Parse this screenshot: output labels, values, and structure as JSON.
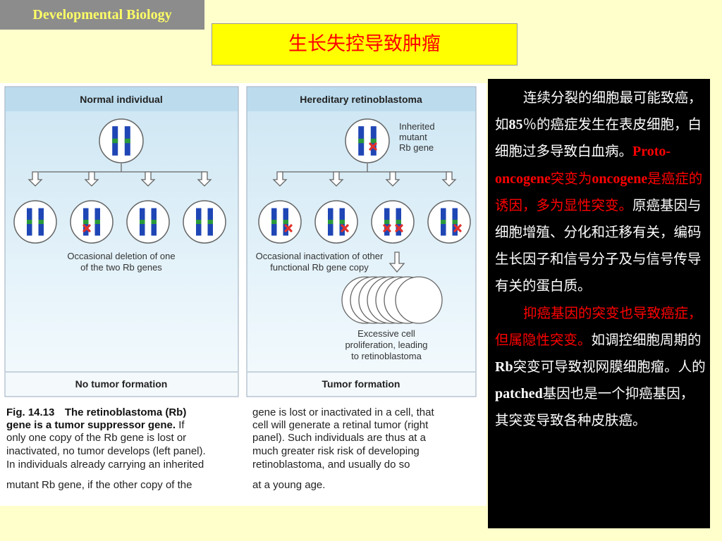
{
  "header": {
    "course": "Developmental Biology",
    "title": "生长失控导致肿瘤"
  },
  "figure": {
    "left_panel": {
      "title": "Normal individual",
      "deletion_note": [
        "Occasional deletion of one",
        "of the two Rb genes"
      ],
      "outcome": "No tumor formation"
    },
    "right_panel": {
      "title": "Hereditary retinoblastoma",
      "inherited_label": [
        "Inherited",
        "mutant",
        "Rb gene"
      ],
      "inactivation_note": [
        "Occasional inactivation of other",
        "functional Rb gene copy"
      ],
      "proliferation_note": [
        "Excessive cell",
        "proliferation, leading",
        "to retinoblastoma"
      ],
      "outcome": "Tumor formation"
    },
    "caption_left": {
      "fig_no": "Fig. 14.13",
      "title_line1": "The retinoblastoma (Rb)",
      "title_line2": "gene is a tumor suppressor gene.",
      "line2_rest": " If",
      "lines": [
        "only one copy of the Rb gene is lost or",
        "inactivated, no tumor develops (left panel).",
        "In individuals already carrying an inherited",
        "mutant Rb gene, if the other copy of the"
      ]
    },
    "caption_right": {
      "lines": [
        "gene is lost or inactivated in a cell, that",
        "cell will generate a retinal tumor (right",
        "panel). Such individuals are thus at a",
        "much greater risk risk of developing",
        "retinoblastoma, and usually do so",
        "at a young age."
      ]
    }
  },
  "text_panel": {
    "p1_a": "连续分裂的细胞最可能致癌，如",
    "p1_num": "85",
    "p1_b": "％的癌症发生在表皮细胞，白细胞过多导致白血病。",
    "p1_red_1": "Proto-oncogene",
    "p1_red_2": "突变为",
    "p1_red_3": "oncogene",
    "p1_red_4": "是癌症的诱因，多为显性突变。",
    "p1_c": "原癌基因与细胞增殖、分化和迁移有关，编码生长因子和信号分子及与信号传导有关的蛋白质。",
    "p2_red": "抑癌基因的突变也导致癌症，但属隐性突变。",
    "p2_a": "如调控细胞周期的",
    "p2_rb": "Rb",
    "p2_b": "突变可导致视网膜细胞瘤。人的",
    "p2_patched": "patched",
    "p2_c": "基因也是一个抑癌基因，其突变导致各种皮肤癌。"
  }
}
